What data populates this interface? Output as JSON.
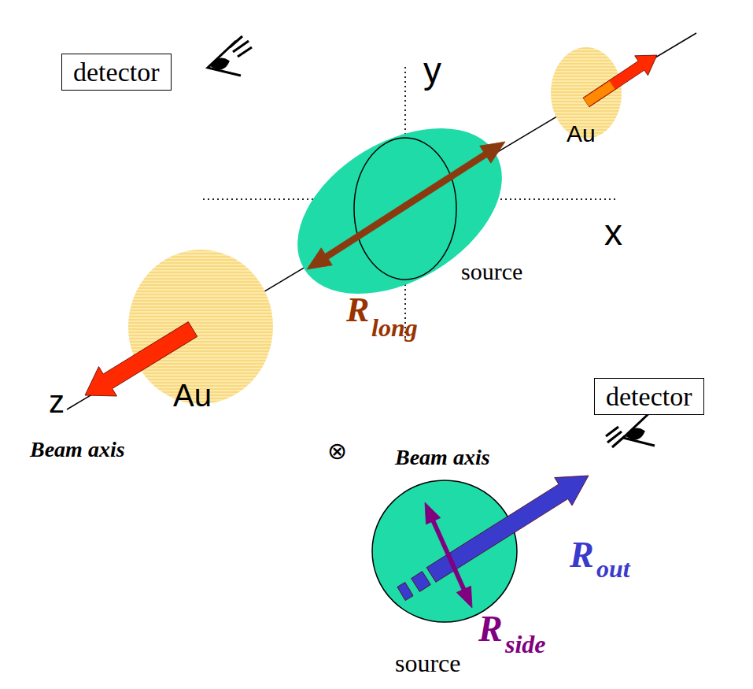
{
  "diagram": {
    "nodes": [
      {
        "text": [
          "detector"
        ]
      },
      {
        "text": [
          "Au"
        ]
      },
      {
        "text": [
          "source"
        ]
      },
      {
        "text": [
          "Au"
        ]
      },
      {
        "text": [
          "detector"
        ]
      },
      {
        "text": [
          "source"
        ]
      }
    ],
    "labels": [
      "y",
      "x",
      "z",
      "R",
      "long",
      "Beam axis",
      "⊗",
      "Beam axis",
      "R",
      "out",
      "R",
      "side"
    ]
  }
}
